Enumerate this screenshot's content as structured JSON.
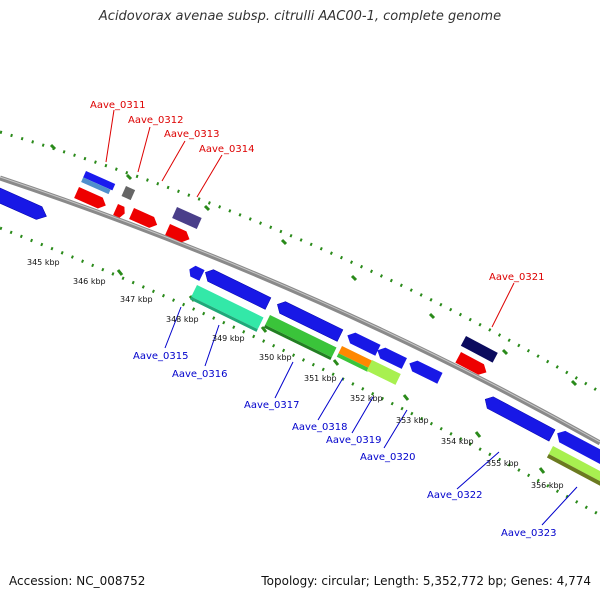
{
  "title": "Acidovorax avenae subsp. citrulli AAC00-1, complete genome",
  "footer": {
    "accession": "Accession: NC_008752",
    "stats": "Topology: circular; Length: 5,352,772 bp; Genes: 4,774"
  },
  "colors": {
    "backbone": "#888888",
    "tick_dash": "#2a8a1a",
    "forward_label": "#dd0000",
    "reverse_label": "#0000cc"
  },
  "scale_labels": [
    "345 kbp",
    "346 kbp",
    "347 kbp",
    "348 kbp",
    "349 kbp",
    "350 kbp",
    "351 kbp",
    "352 kbp",
    "353 kbp",
    "354 kbp",
    "355 kbp",
    "356 kbp"
  ],
  "gene_labels": {
    "forward": [
      "Aave_0311",
      "Aave_0312",
      "Aave_0313",
      "Aave_0314",
      "Aave_0321"
    ],
    "reverse": [
      "Aave_0315",
      "Aave_0316",
      "Aave_0317",
      "Aave_0318",
      "Aave_0319",
      "Aave_0320",
      "Aave_0322",
      "Aave_0323"
    ]
  }
}
